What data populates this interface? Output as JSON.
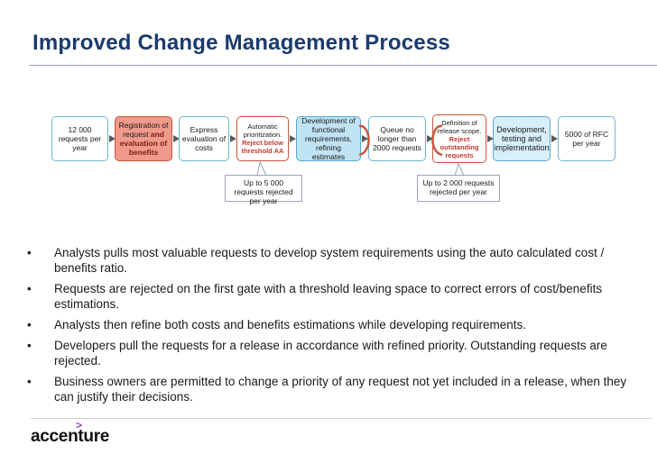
{
  "title": "Improved Change Management Process",
  "flow": {
    "step1": "12 000 requests per year",
    "step2_a": "Registration of request ",
    "step2_b": "and evaluation of benefits",
    "step3": "Express evaluation of costs",
    "step4_a": "Automatic prioritization. ",
    "step4_b": "Reject below threshold AA",
    "step5": "Development of functional requirements, refining estimates",
    "step6": "Queue no longer than 2000 requests",
    "step7_a": "Definition of release scope. ",
    "step7_b": "Reject outstanding requests",
    "step8": "Development, testing and implementation",
    "step9": "5000 of RFC per year",
    "callout1": "Up to 5 000 requests rejected per year",
    "callout2": "Up to 2 000 requests rejected per year"
  },
  "bullets": [
    "Analysts pulls most valuable requests to develop system requirements using the auto calculated cost / benefits ratio.",
    "Requests are rejected on the first gate with a threshold leaving space to correct errors of cost/benefits estimations.",
    "Analysts then refine both costs and benefits estimations while developing requirements.",
    "Developers pull the requests for a release in accordance with refined priority. Outstanding requests are rejected.",
    "Business owners are permitted to change a priority of any request not yet included in a release, when they can justify their decisions."
  ],
  "bullet_symbol": "•",
  "logo": "accenture",
  "logo_mark": ">"
}
